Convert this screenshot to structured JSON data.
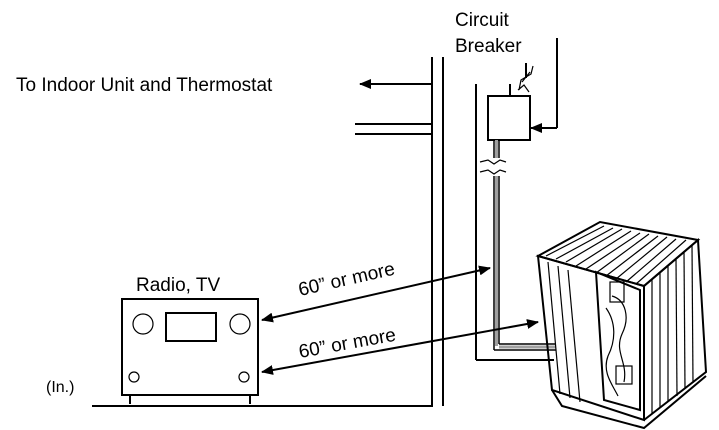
{
  "labels": {
    "circuit_line1": "Circuit",
    "circuit_line2": "Breaker",
    "indoor": "To Indoor Unit and Thermostat",
    "radio_tv": "Radio, TV",
    "distance_upper": "60” or more",
    "distance_lower": "60” or more",
    "inch_marker": "(In.)"
  },
  "colors": {
    "line": "#000000",
    "conduit": "#a0a0a0",
    "background": "#ffffff"
  },
  "icons": {
    "outdoor_unit": "air-conditioner-condenser-icon",
    "radio_tv": "receiver-icon",
    "breaker_box": "breaker-box-icon"
  }
}
